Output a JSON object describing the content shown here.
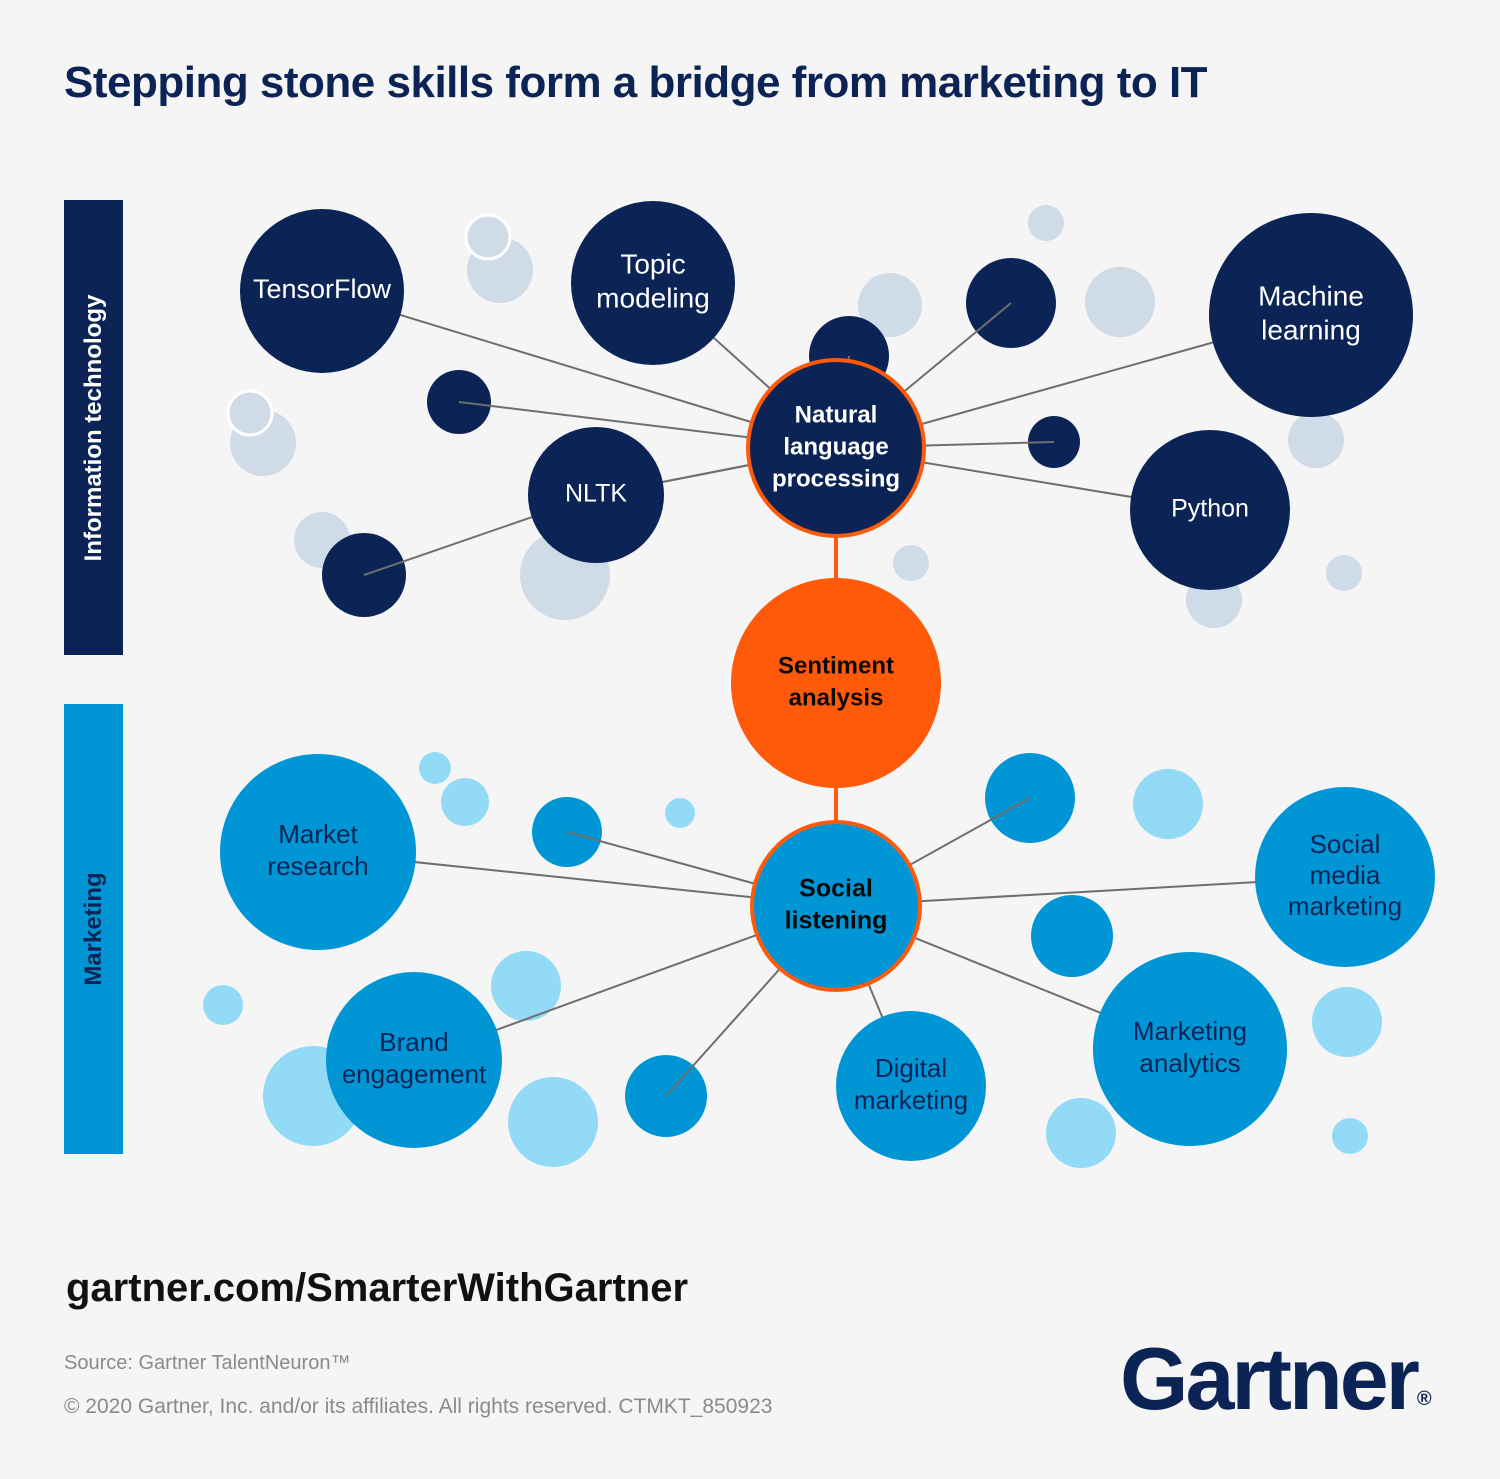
{
  "title": "Stepping stone skills form a bridge from marketing to IT",
  "bands": {
    "it": "Information technology",
    "marketing": "Marketing"
  },
  "colors": {
    "navy": "#0b2455",
    "blue": "#0096d6",
    "orange": "#ff5a0a",
    "light_gray_blue": "#cfdbe6",
    "light_blue": "#93daf7",
    "edge": "#6e6e6e"
  },
  "nodes": [
    {
      "id": "nlp",
      "label": [
        "Natural",
        "language",
        "processing"
      ],
      "group": "hub-it"
    },
    {
      "id": "sentiment",
      "label": [
        "Sentiment",
        "analysis"
      ],
      "group": "bridge"
    },
    {
      "id": "social",
      "label": [
        "Social",
        "listening"
      ],
      "group": "hub-mk"
    },
    {
      "id": "tensorflow",
      "label": [
        "TensorFlow"
      ],
      "group": "it"
    },
    {
      "id": "topic",
      "label": [
        "Topic",
        "modeling"
      ],
      "group": "it"
    },
    {
      "id": "ml",
      "label": [
        "Machine",
        "learning"
      ],
      "group": "it"
    },
    {
      "id": "nltk",
      "label": [
        "NLTK"
      ],
      "group": "it"
    },
    {
      "id": "python",
      "label": [
        "Python"
      ],
      "group": "it"
    },
    {
      "id": "market_research",
      "label": [
        "Market",
        "research"
      ],
      "group": "mk"
    },
    {
      "id": "brand",
      "label": [
        "Brand",
        "engagement"
      ],
      "group": "mk"
    },
    {
      "id": "digital",
      "label": [
        "Digital",
        "marketing"
      ],
      "group": "mk"
    },
    {
      "id": "analytics",
      "label": [
        "Marketing",
        "analytics"
      ],
      "group": "mk"
    },
    {
      "id": "smm",
      "label": [
        "Social",
        "media",
        "marketing"
      ],
      "group": "mk"
    }
  ],
  "footer": {
    "url": "gartner.com/SmarterWithGartner",
    "source": "Source: Gartner TalentNeuron™",
    "copyright": "© 2020 Gartner, Inc. and/or its affiliates. All rights reserved. CTMKT_850923",
    "logo": "Gartner",
    "logo_mark": "®"
  }
}
